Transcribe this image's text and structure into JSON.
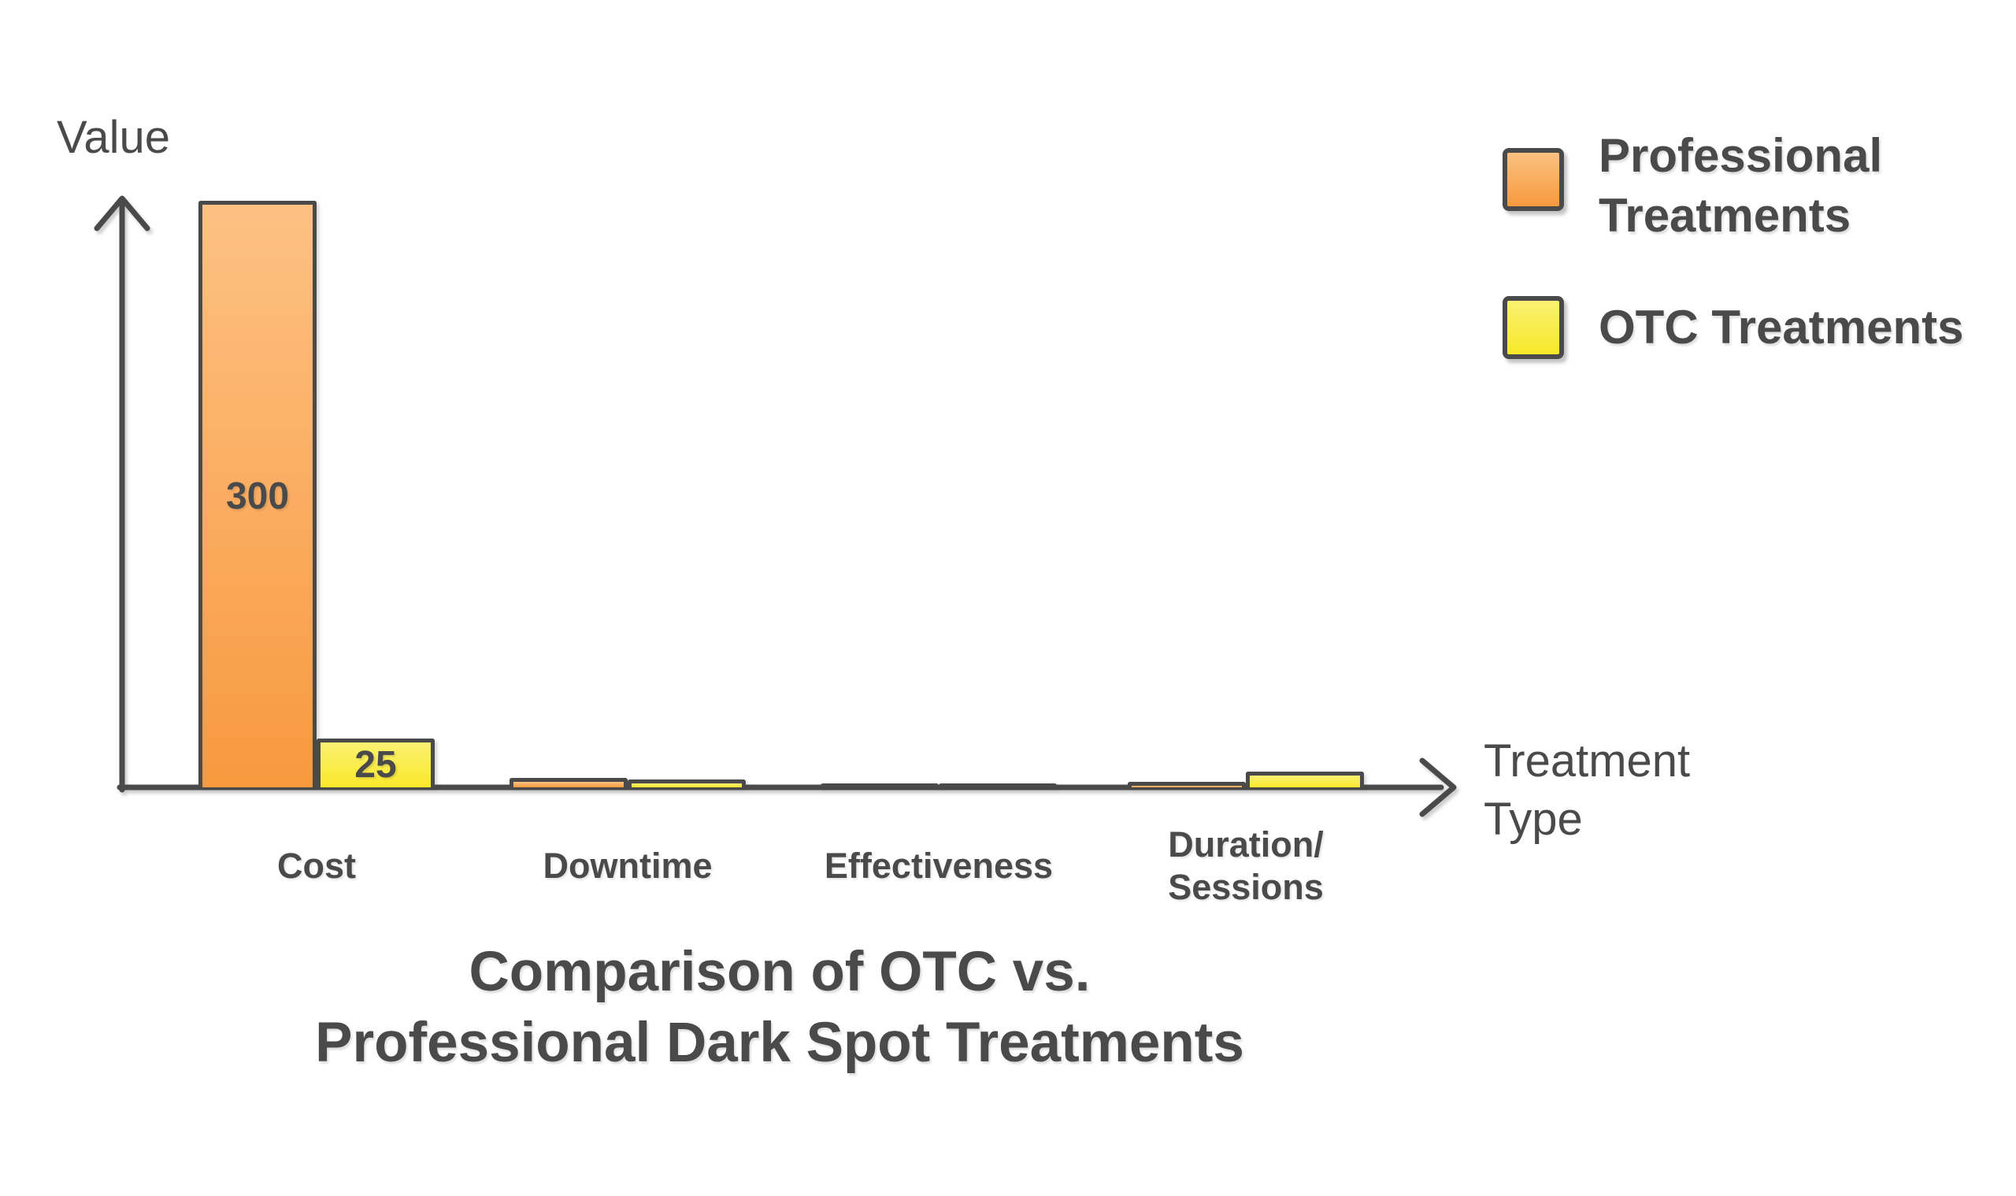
{
  "page": {
    "background": "#ffffff"
  },
  "colors": {
    "ink": "#4A4A4A",
    "axis": "#4A4A4A",
    "professional_gradient_top": "#FDC183",
    "professional_gradient_bottom": "#F8993F",
    "otc_gradient_top": "#FAF172",
    "otc_gradient_bottom": "#FBE829"
  },
  "chart_data": {
    "type": "bar",
    "title": "Comparison of OTC vs.\nProfessional Dark Spot Treatments",
    "ylabel": "Value",
    "xlabel": "Treatment\nType",
    "categories": [
      "Cost",
      "Downtime",
      "Effectiveness",
      "Duration/\nSessions"
    ],
    "series": [
      {
        "name": "Professional Treatments",
        "values": [
          300,
          5,
          2,
          3
        ],
        "data_labels": [
          "300",
          "",
          "",
          ""
        ]
      },
      {
        "name": "OTC Treatments",
        "values": [
          25,
          4,
          1,
          8
        ],
        "data_labels": [
          "25",
          "",
          "",
          ""
        ]
      }
    ],
    "ylim": [
      0,
      300
    ],
    "grid": false,
    "axis_style": "arrows",
    "legend_position": "top-right",
    "legend": [
      {
        "label": "Professional\nTreatments"
      },
      {
        "label": "OTC Treatments"
      }
    ]
  }
}
